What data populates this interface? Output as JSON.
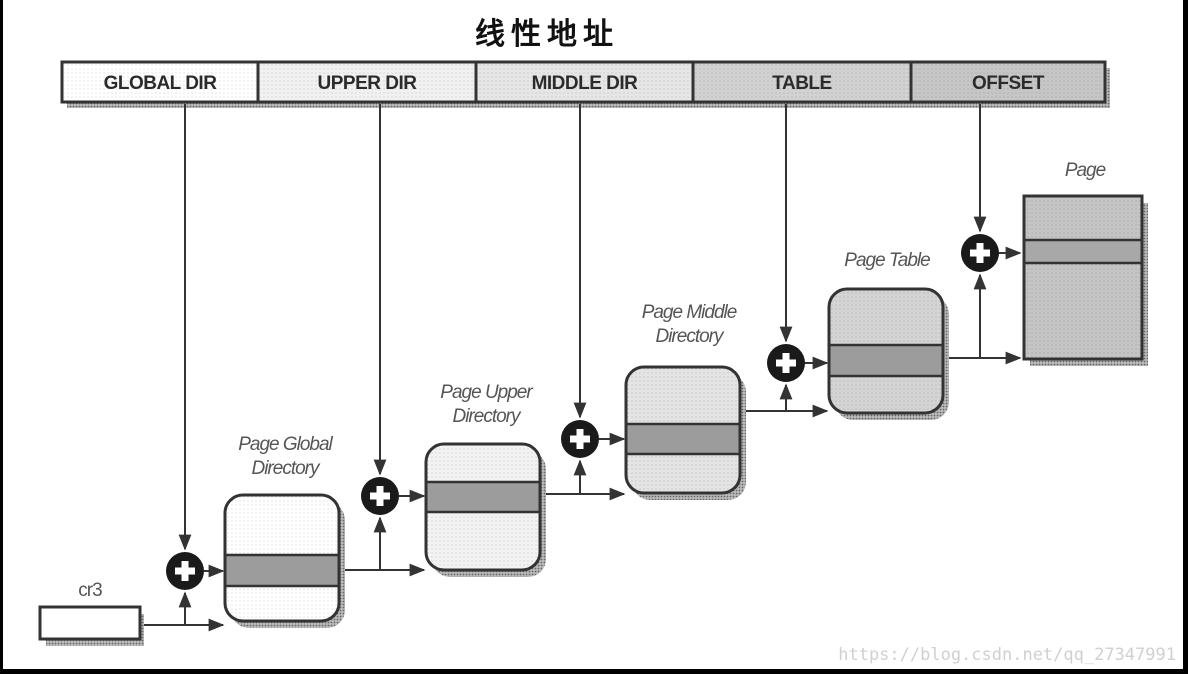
{
  "title": "线性地址",
  "linear_address_fields": [
    {
      "label": "GLOBAL DIR",
      "fill": "#ffffff"
    },
    {
      "label": "UPPER DIR",
      "fill": "#f1f1f1"
    },
    {
      "label": "MIDDLE DIR",
      "fill": "#e6e6e6"
    },
    {
      "label": "TABLE",
      "fill": "#d2d2d2"
    },
    {
      "label": "OFFSET",
      "fill": "#c6c6c6"
    }
  ],
  "register": {
    "label": "cr3"
  },
  "tables": [
    {
      "caption_lines": [
        "Page Global",
        "Directory"
      ],
      "fill": "#ffffff",
      "entry_fill": "#9c9c9c"
    },
    {
      "caption_lines": [
        "Page Upper",
        "Directory"
      ],
      "fill": "#f2f2f2",
      "entry_fill": "#9c9c9c"
    },
    {
      "caption_lines": [
        "Page Middle",
        "Directory"
      ],
      "fill": "#e4e4e4",
      "entry_fill": "#9c9c9c"
    },
    {
      "caption_lines": [
        "Page Table"
      ],
      "fill": "#d4d4d4",
      "entry_fill": "#9c9c9c"
    },
    {
      "caption_lines": [
        "Page"
      ],
      "fill": "#c4c4c4",
      "entry_fill": "#a8a8a8"
    }
  ],
  "adder_symbol": "+",
  "colors": {
    "line": "#333333",
    "adder": "#1a1a1a",
    "border": "#000000"
  },
  "watermark": "https://blog.csdn.net/qq_27347991"
}
